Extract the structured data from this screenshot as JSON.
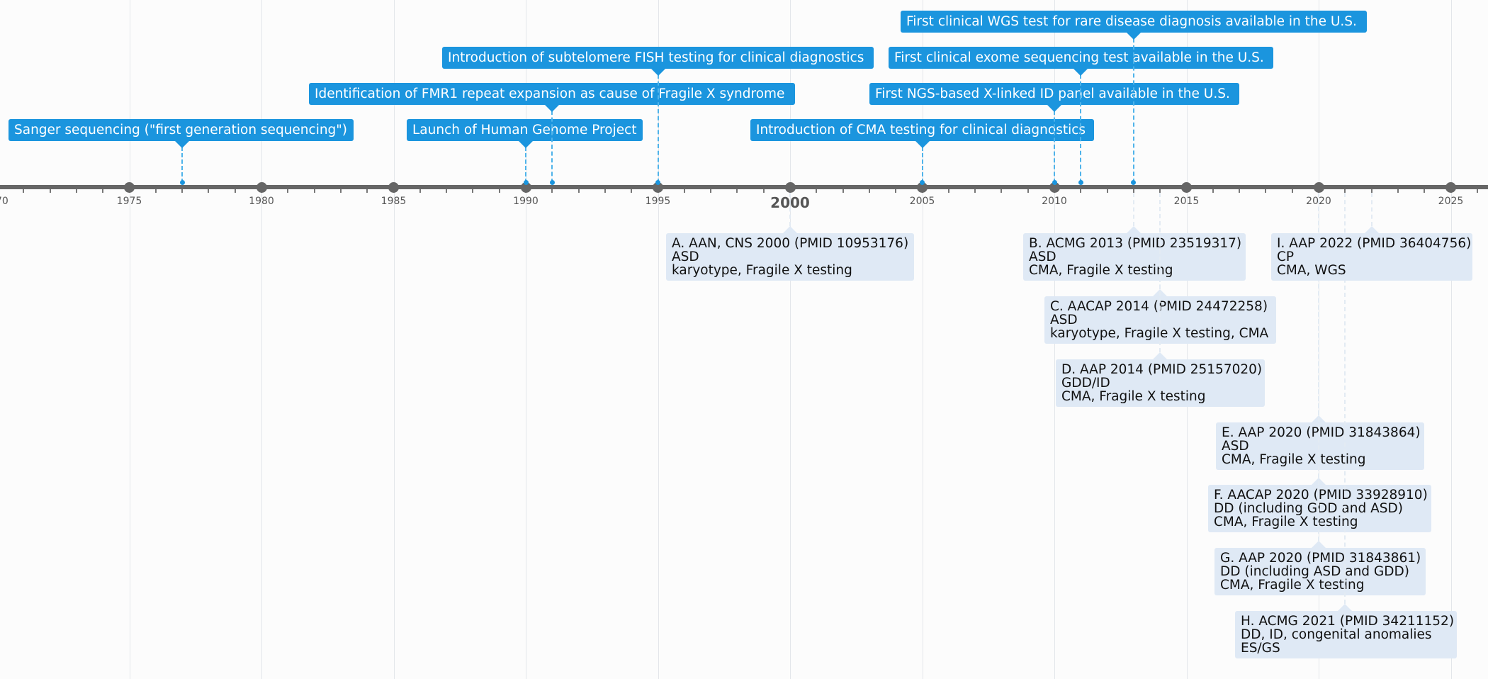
{
  "axis": {
    "start_year": 1970,
    "end_year": 2026,
    "major_years": [
      1975,
      1980,
      1985,
      1990,
      1995,
      2000,
      2005,
      2010,
      2015,
      2020,
      2025
    ],
    "emphasized_year": 2000,
    "edge_label": "70"
  },
  "colors": {
    "event": "#1b95de",
    "event_stem": "#4fb3ea",
    "guideline_box": "#dfe9f5",
    "axis": "#666666",
    "grid": "#e3e6ea"
  },
  "events": [
    {
      "year": 1977,
      "text": "Sanger sequencing (\"first generation sequencing\")"
    },
    {
      "year": 1990,
      "text": "Launch of Human Genome Project"
    },
    {
      "year": 1991,
      "text": "Identification of FMR1 repeat expansion as cause of Fragile X syndrome"
    },
    {
      "year": 1995,
      "text": "Introduction of subtelomere FISH testing for clinical diagnostics"
    },
    {
      "year": 2005,
      "text": "Introduction of CMA testing for clinical diagnostics"
    },
    {
      "year": 2010,
      "text": "First NGS-based X-linked ID panel available in the U.S."
    },
    {
      "year": 2011,
      "text": "First clinical exome sequencing test available in the U.S."
    },
    {
      "year": 2013,
      "text": "First clinical WGS test for rare disease diagnosis available in the U.S."
    }
  ],
  "guidelines": [
    {
      "year": 2000,
      "title": "A. AAN, CNS 2000 (PMID 10953176)",
      "population": "ASD",
      "tests": "karyotype, Fragile X testing"
    },
    {
      "year": 2013,
      "title": "B. ACMG 2013 (PMID 23519317)",
      "population": "ASD",
      "tests": "CMA, Fragile X testing"
    },
    {
      "year": 2014,
      "title": "C. AACAP 2014 (PMID 24472258)",
      "population": "ASD",
      "tests": "karyotype, Fragile X testing, CMA"
    },
    {
      "year": 2014,
      "title": "D. AAP 2014 (PMID 25157020)",
      "population": "GDD/ID",
      "tests": "CMA, Fragile X testing"
    },
    {
      "year": 2020,
      "title": "E. AAP 2020 (PMID 31843864)",
      "population": "ASD",
      "tests": "CMA, Fragile X testing"
    },
    {
      "year": 2020,
      "title": "F. AACAP 2020 (PMID 33928910)",
      "population": "DD (including GDD and ASD)",
      "tests": "CMA, Fragile X testing"
    },
    {
      "year": 2020,
      "title": "G. AAP 2020 (PMID 31843861)",
      "population": "DD (including ASD and GDD)",
      "tests": "CMA, Fragile X testing"
    },
    {
      "year": 2021,
      "title": "H. ACMG 2021 (PMID 34211152)",
      "population": "DD, ID, congenital anomalies",
      "tests": "ES/GS"
    },
    {
      "year": 2022,
      "title": "I. AAP 2022 (PMID 36404756)",
      "population": "CP",
      "tests": "CMA, WGS"
    }
  ]
}
